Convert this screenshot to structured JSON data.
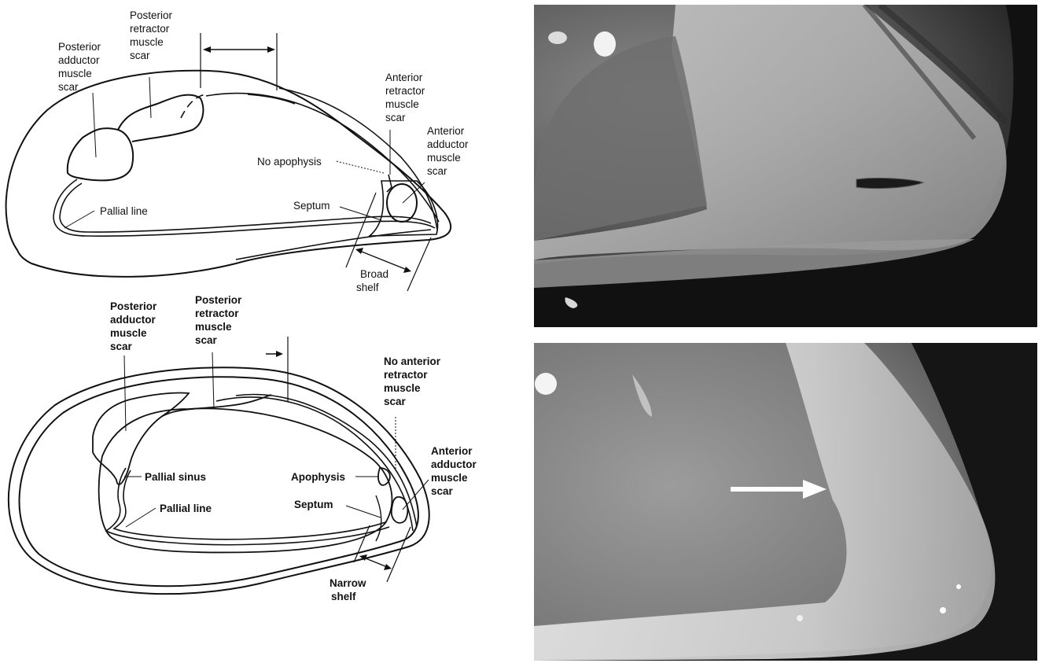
{
  "top_diagram": {
    "labels": {
      "posterior_adductor": [
        "Posterior",
        "adductor",
        "muscle",
        "scar"
      ],
      "posterior_retractor": [
        "Posterior",
        "retractor",
        "muscle",
        "scar"
      ],
      "anterior_retractor": [
        "Anterior",
        "retractor",
        "muscle",
        "scar"
      ],
      "anterior_adductor": [
        "Anterior",
        "adductor",
        "muscle",
        "scar"
      ],
      "apophysis": "No apophysis",
      "septum": "Septum",
      "pallial_line": "Pallial line",
      "shelf": [
        "Broad",
        "shelf"
      ]
    }
  },
  "bottom_diagram": {
    "labels": {
      "posterior_adductor": [
        "Posterior",
        "adductor",
        "muscle",
        "scar"
      ],
      "posterior_retractor": [
        "Posterior",
        "retractor",
        "muscle",
        "scar"
      ],
      "anterior_retractor": [
        "No anterior",
        "retractor",
        "muscle",
        "scar"
      ],
      "anterior_adductor": [
        "Anterior",
        "adductor",
        "muscle",
        "scar"
      ],
      "pallial_sinus": "Pallial sinus",
      "apophysis": "Apophysis",
      "septum": "Septum",
      "pallial_line": "Pallial line",
      "shelf": [
        "Narrow",
        "shelf"
      ]
    }
  },
  "colors": {
    "line": "#111111",
    "background": "#ffffff",
    "photo_dark": "#1c1c1c",
    "arrow": "#ffffff"
  }
}
